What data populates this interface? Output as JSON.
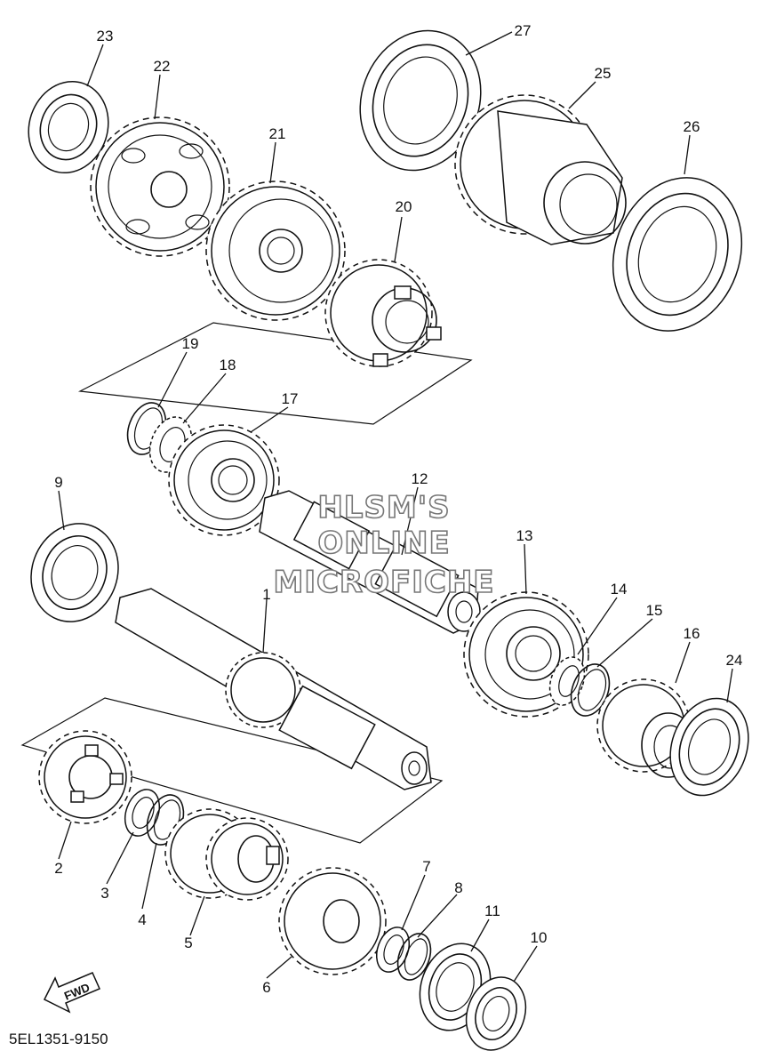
{
  "diagram": {
    "part_code": "5EL1351-9150",
    "watermark_lines": [
      "HLSM'S",
      "ONLINE",
      "MICROFICHE"
    ],
    "direction_label": "FWD",
    "callouts": [
      {
        "num": "1"
      },
      {
        "num": "2"
      },
      {
        "num": "3"
      },
      {
        "num": "4"
      },
      {
        "num": "5"
      },
      {
        "num": "6"
      },
      {
        "num": "7"
      },
      {
        "num": "8"
      },
      {
        "num": "9"
      },
      {
        "num": "10"
      },
      {
        "num": "11"
      },
      {
        "num": "12"
      },
      {
        "num": "13"
      },
      {
        "num": "14"
      },
      {
        "num": "15"
      },
      {
        "num": "16"
      },
      {
        "num": "17"
      },
      {
        "num": "18"
      },
      {
        "num": "19"
      },
      {
        "num": "20"
      },
      {
        "num": "21"
      },
      {
        "num": "22"
      },
      {
        "num": "23"
      },
      {
        "num": "24"
      },
      {
        "num": "25"
      },
      {
        "num": "26"
      },
      {
        "num": "27"
      }
    ]
  }
}
